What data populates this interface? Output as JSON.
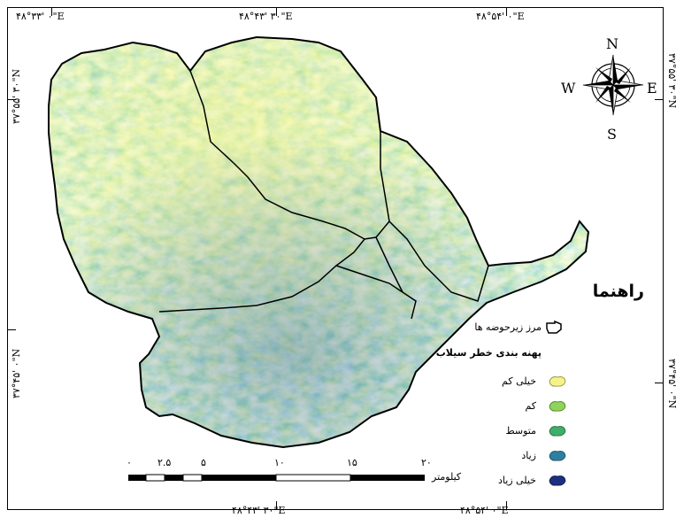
{
  "coords": {
    "top": [
      "۴۸°۳۳' ۰\"E",
      "۴۸°۴۳' ۳۰\"E",
      "۴۸°۵۴' ۰\"E"
    ],
    "bottom": [
      "۴۸°۴۳' ۳۰\"E",
      "۴۸°۵۴' ۰\"E"
    ],
    "left": [
      "۳۷°۵۵' ۳۰\"N",
      "۳۷°۴۵' ۰\"N"
    ],
    "right": [
      "۳۷°۵۵' ۳۰\"N",
      "۳۷°۴۵' ۰\"N"
    ]
  },
  "compass": {
    "n": "N",
    "s": "S",
    "e": "E",
    "w": "W"
  },
  "legend": {
    "title": "راهنما",
    "boundary_label": "مرز زیرحوضه ها",
    "zoning_title": "پهنه بندی خطر سیلاب",
    "classes": [
      {
        "label": "خیلی کم",
        "color": "#f3f38a"
      },
      {
        "label": "کم",
        "color": "#8fd35a"
      },
      {
        "label": "متوسط",
        "color": "#3fae6a"
      },
      {
        "label": "زیاد",
        "color": "#2f7fa0"
      },
      {
        "label": "خیلی زیاد",
        "color": "#1d2f80"
      }
    ]
  },
  "scalebar": {
    "labels": [
      "۰",
      "۲.۵",
      "۵",
      "۱۰",
      "۱۵",
      "۲۰"
    ],
    "unit": "کیلومتر"
  }
}
